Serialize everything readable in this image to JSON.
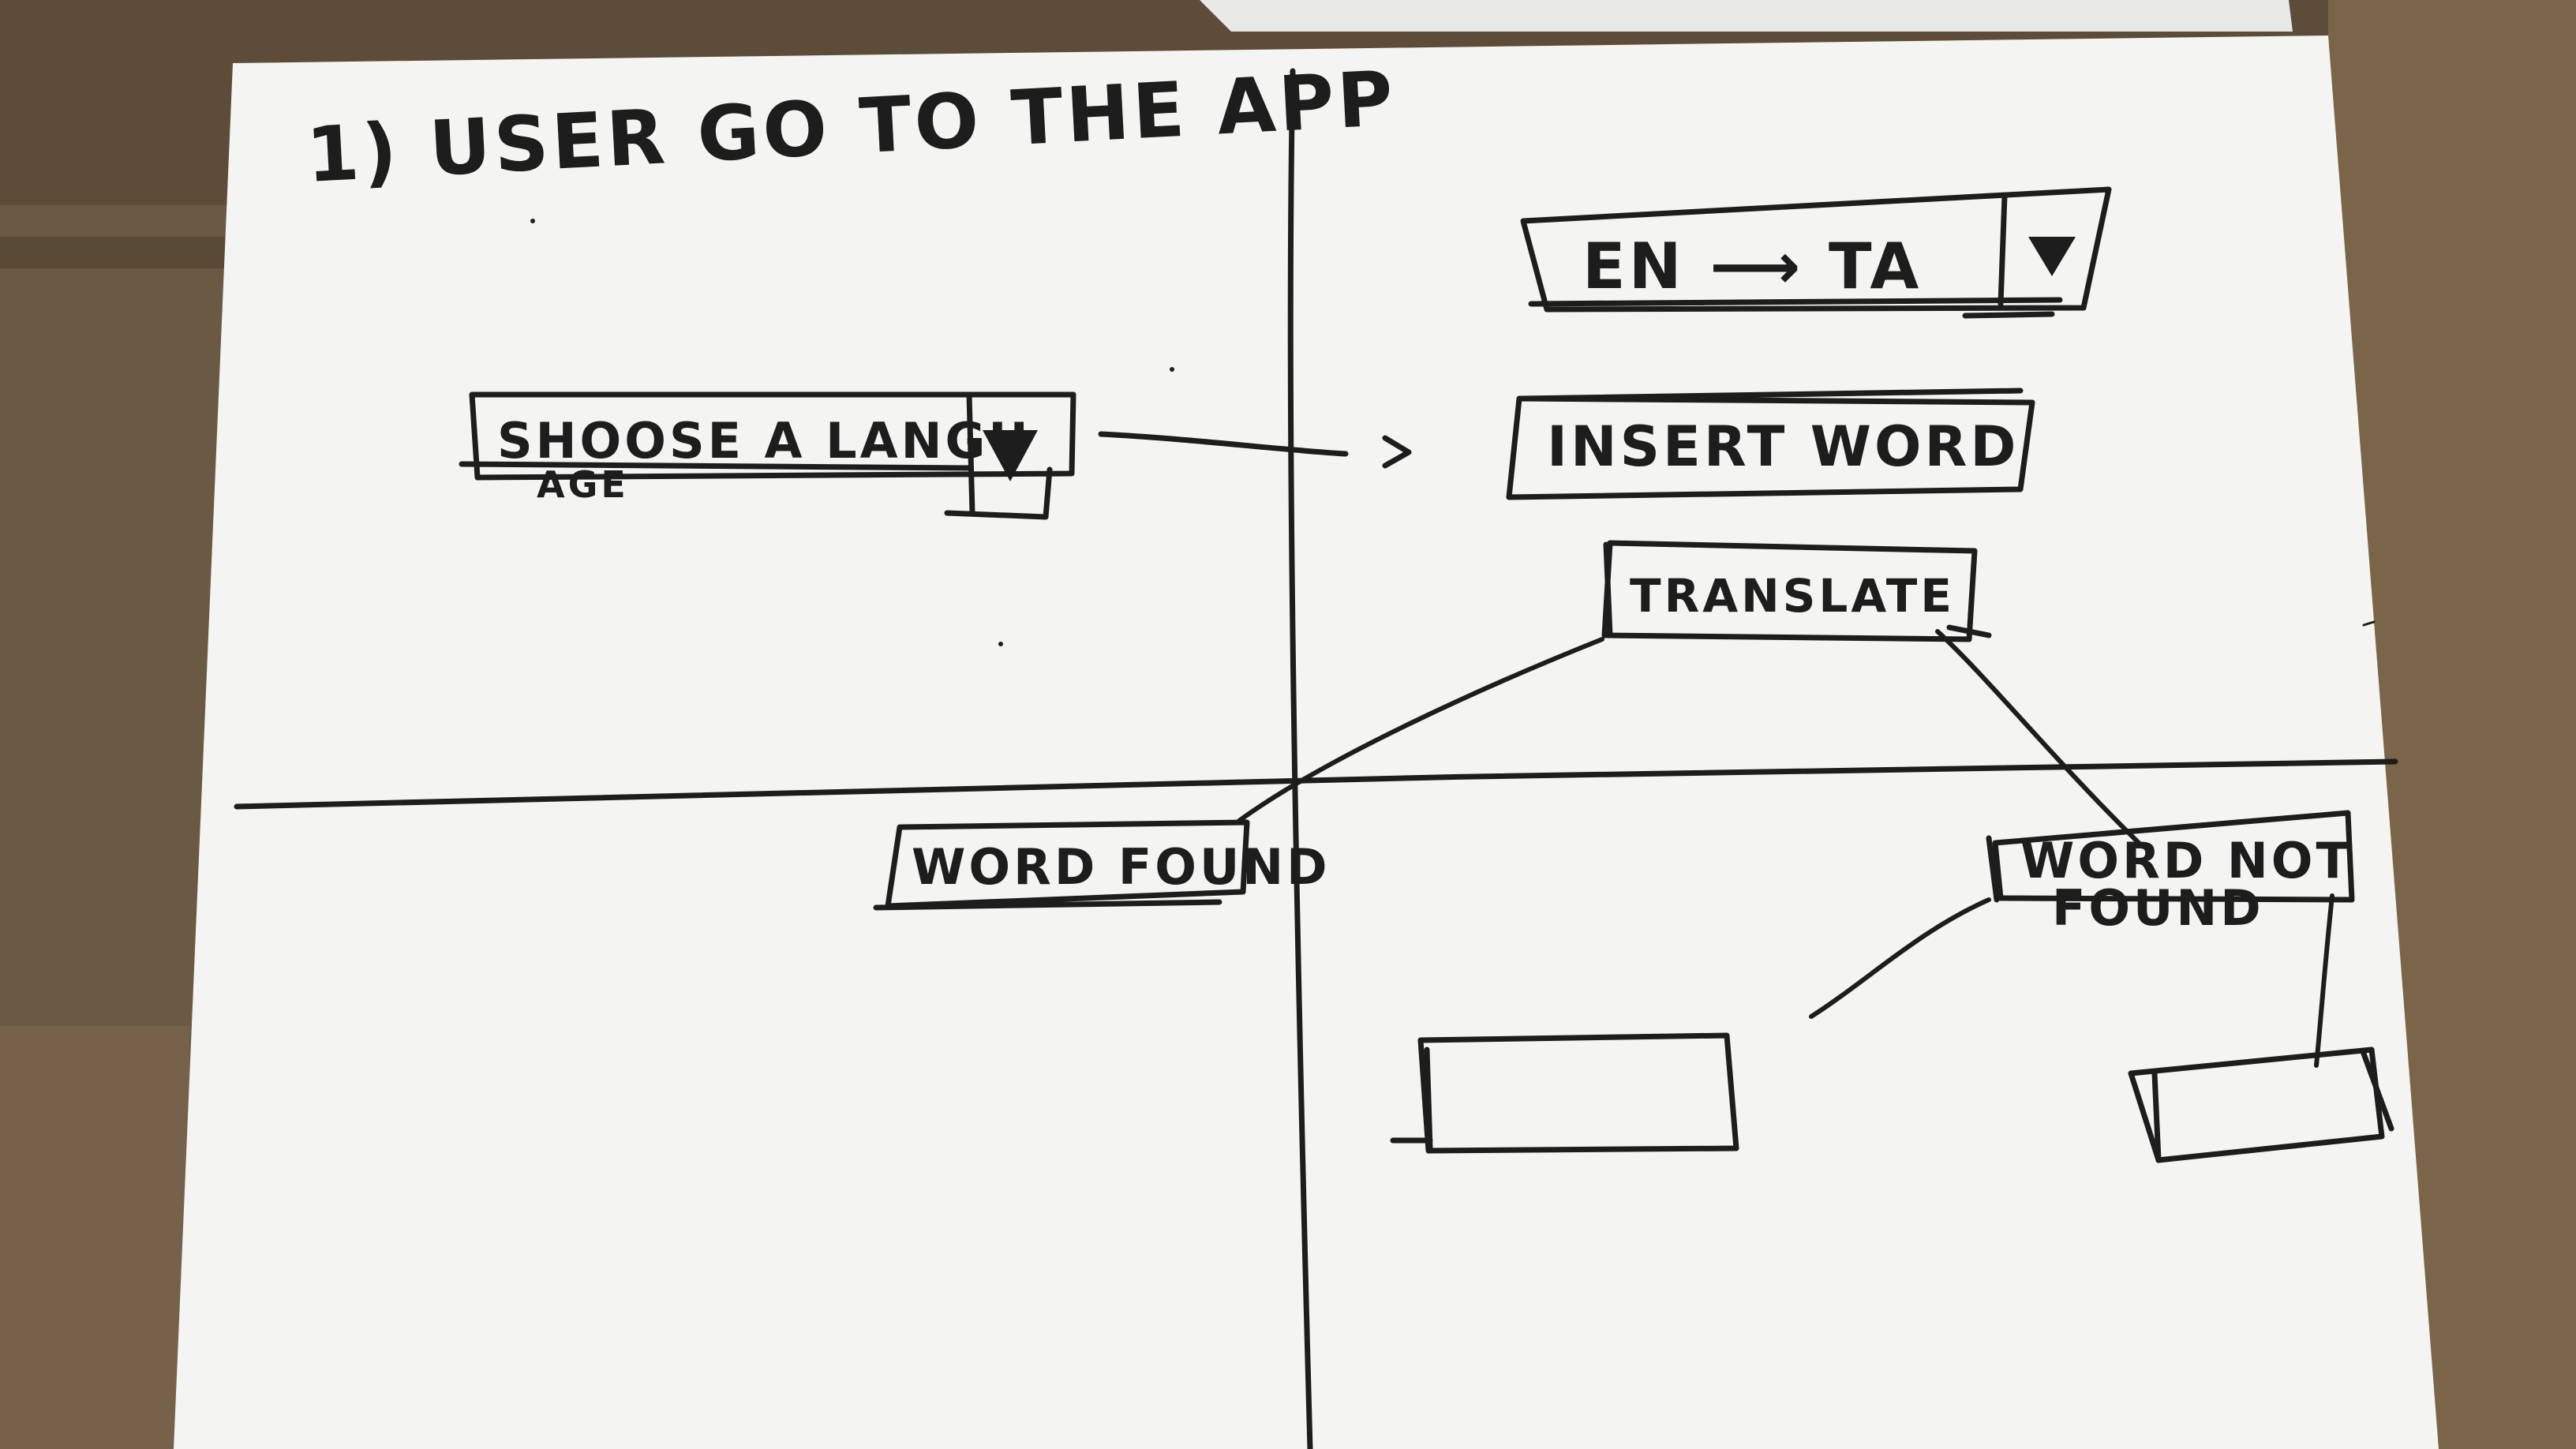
{
  "sketch": {
    "title": "1) USER GO TO THE APP",
    "choose_language": {
      "line1": "SHOOSE A LANGU",
      "line2": "AGE",
      "dropdown_icon": "triangle-down-icon"
    },
    "language_pair": {
      "label": "EN ⟶ TA",
      "dropdown_icon": "triangle-down-icon"
    },
    "insert_word": "INSERT WORD",
    "translate": "TRANSLATE",
    "word_found": "WORD FOUND",
    "word_not_found": {
      "line1": "WORD NOT",
      "line2": "FOUND"
    }
  },
  "colors": {
    "ink": "#1d1d1d",
    "paper": "#f4f4f2",
    "table": "#6b5a43"
  }
}
